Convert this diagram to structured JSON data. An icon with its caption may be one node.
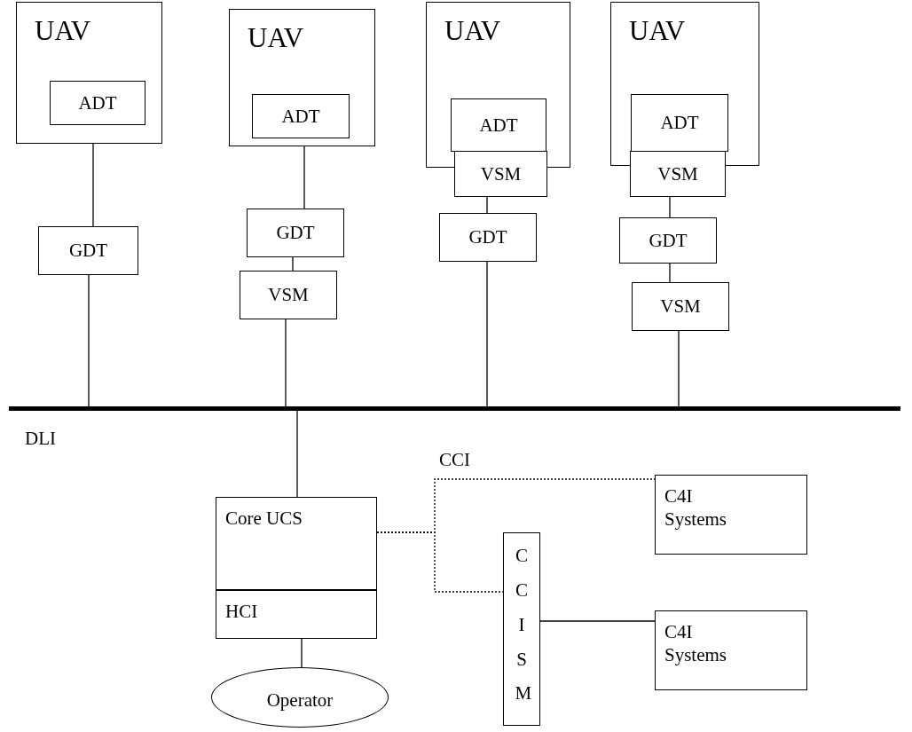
{
  "diagram": {
    "nodes": [
      {
        "text": [
          "UAV"
        ]
      },
      {
        "text": [
          "ADT"
        ],
        "in": 0
      },
      {
        "text": [
          "GDT"
        ]
      },
      {
        "text": [
          "UAV"
        ]
      },
      {
        "text": [
          "ADT"
        ],
        "in": 3
      },
      {
        "text": [
          "GDT"
        ]
      },
      {
        "text": [
          "VSM"
        ]
      },
      {
        "text": [
          "UAV"
        ]
      },
      {
        "text": [
          "ADT"
        ],
        "in": 7
      },
      {
        "text": [
          "VSM"
        ]
      },
      {
        "text": [
          "GDT"
        ]
      },
      {
        "text": [
          "UAV"
        ]
      },
      {
        "text": [
          "ADT"
        ],
        "in": 11
      },
      {
        "text": [
          "VSM"
        ]
      },
      {
        "text": [
          "GDT"
        ]
      },
      {
        "text": [
          "VSM"
        ]
      },
      {
        "text": [],
        "shape": "bar"
      },
      {
        "text": [
          "C4I Systems"
        ]
      },
      {
        "text": [
          "Core UCS"
        ]
      },
      {
        "text": [
          "HCI"
        ]
      },
      {
        "text": [
          "CCISM"
        ]
      },
      {
        "text": [
          "C4I Systems"
        ]
      },
      {
        "text": [
          "Operator"
        ]
      }
    ],
    "edges": [
      {
        "from": 1,
        "to": 2,
        "arrow": "none"
      },
      {
        "from": 2,
        "to": 16,
        "arrow": "none"
      },
      {
        "from": 4,
        "to": 5,
        "arrow": "none"
      },
      {
        "from": 5,
        "to": 6,
        "arrow": "none"
      },
      {
        "from": 6,
        "to": 16,
        "arrow": "none"
      },
      {
        "from": 9,
        "to": 10,
        "arrow": "none"
      },
      {
        "from": 10,
        "to": 16,
        "arrow": "none"
      },
      {
        "from": 13,
        "to": 14,
        "arrow": "none"
      },
      {
        "from": 14,
        "to": 15,
        "arrow": "none"
      },
      {
        "from": 15,
        "to": 16,
        "arrow": "none"
      },
      {
        "from": 16,
        "to": 18,
        "arrow": "none"
      },
      {
        "from": 18,
        "to": 17,
        "arrow": "none",
        "style": "dashed",
        "label": "CCI"
      },
      {
        "from": 18,
        "to": 20,
        "arrow": "none",
        "style": "dashed"
      },
      {
        "from": 20,
        "to": 21,
        "arrow": "none"
      },
      {
        "from": 19,
        "to": 22,
        "arrow": "none"
      }
    ],
    "labels": [
      "DLI"
    ]
  }
}
